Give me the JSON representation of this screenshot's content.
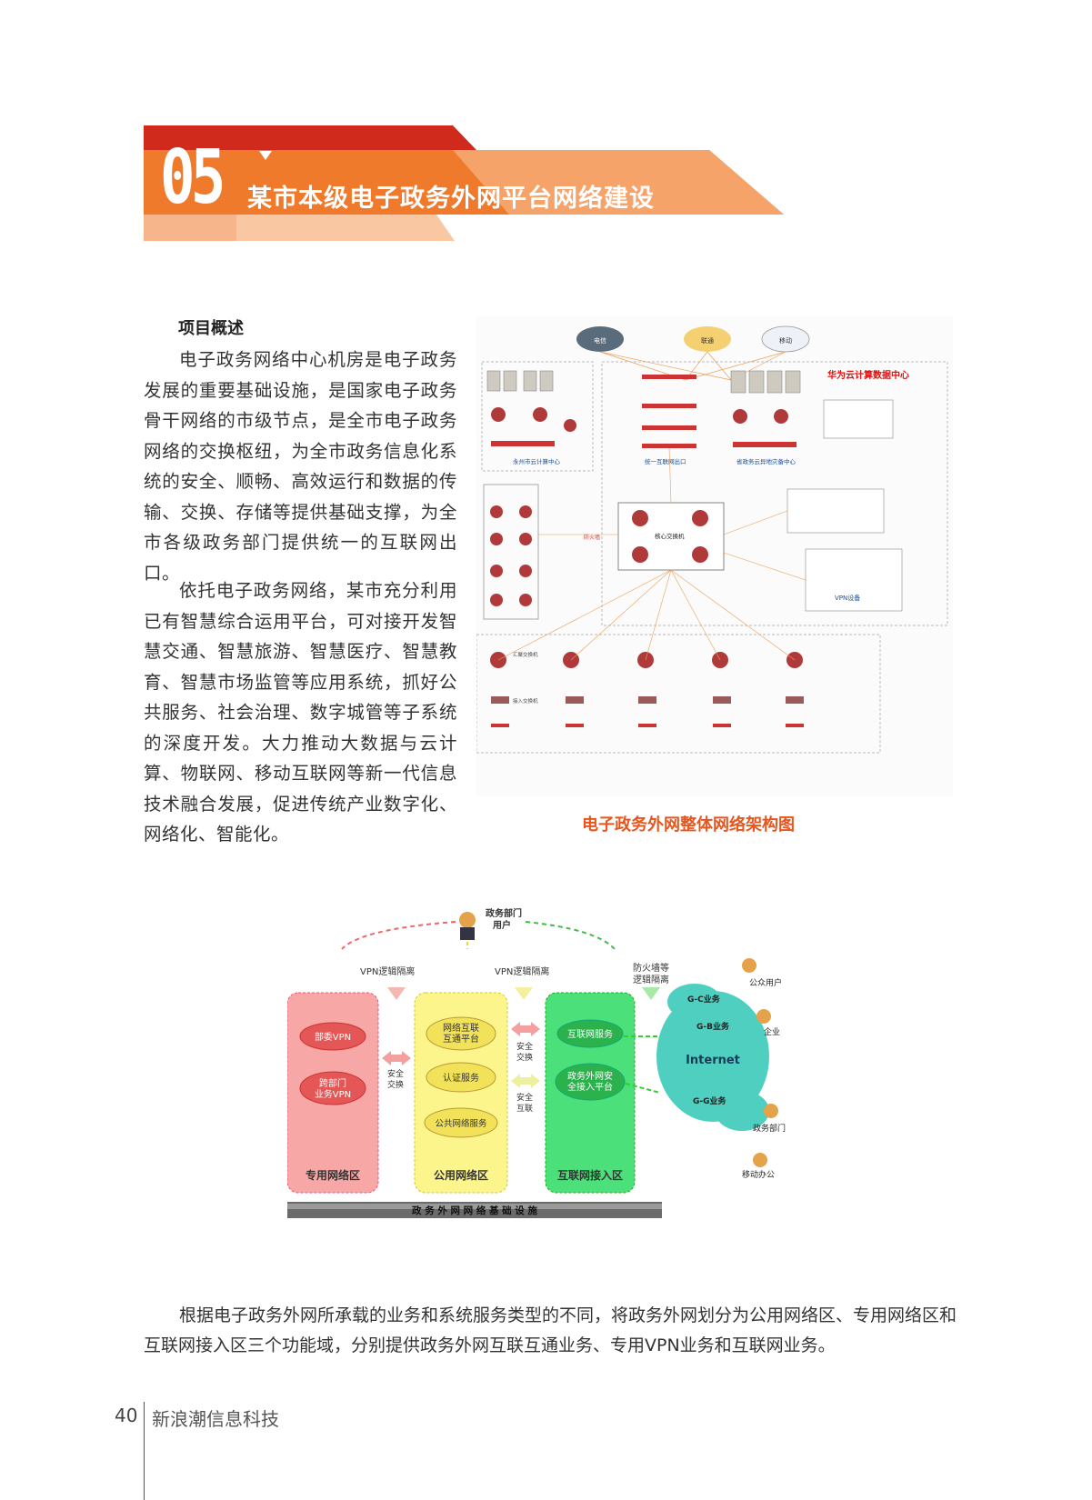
{
  "header": {
    "number": "05",
    "title": "某市本级电子政务外网平台网络建设",
    "colors": {
      "dark_red": "#cf2a1c",
      "orange": "#f07a2b",
      "light_orange": "#f9b88a"
    }
  },
  "overview": {
    "heading": "项目概述",
    "paragraph1": "电子政务网络中心机房是电子政务发展的重要基础设施，是国家电子政务骨干网络的市级节点，是全市电子政务网络的交换枢纽，为全市政务信息化系统的安全、顺畅、高效运行和数据的传输、交换、存储等提供基础支撑，为全市各级政务部门提供统一的互联网出口。",
    "paragraph2": "依托电子政务网络，某市充分利用已有智慧综合运用平台，可对接开发智慧交通、智慧旅游、智慧医疗、智慧教育、智慧市场监管等应用系统，抓好公共服务、社会治理、数字城管等子系统的深度开发。大力推动大数据与云计算、物联网、移动互联网等新一代信息技术融合发展，促进传统产业数字化、网络化、智能化。"
  },
  "figure1": {
    "caption": "电子政务外网整体网络架构图",
    "clouds": [
      "电信",
      "联通",
      "移动"
    ],
    "left_dc": "永州市云计算中心",
    "center_exit": "统一互联网出口",
    "right_dc_title": "华为云计算数据中心",
    "right_dc_label": "省政务云异地灾备中心",
    "core_label": "核心交换机",
    "firewall": "防火墙",
    "vpn_label": "VPN设备",
    "aggregation": "汇聚交换机",
    "access": "接入交换机"
  },
  "figure2": {
    "top_user": "政务部门\n用户",
    "vpn1": "VPN逻辑隔离",
    "vpn2": "VPN逻辑隔离",
    "firewall": "防火墙等\n逻辑隔离",
    "zone_private": "专用网络区",
    "zone_public": "公用网络区",
    "zone_internet": "互联网接入区",
    "private_items": [
      "部委VPN",
      "跨部门\n业务VPN"
    ],
    "public_items": [
      "网络互联\n互通平台",
      "认证服务",
      "公共网络服务"
    ],
    "internet_items": [
      "互联网服务",
      "政务外网安\n全接入平台"
    ],
    "exchange1": "安全\n交换",
    "exchange2": "安全\n交换",
    "interconnect": "安全\n互联",
    "internet": "Internet",
    "gc": "G-C业务",
    "gb": "G-B业务",
    "gg": "G-G业务",
    "public_user": "公众用户",
    "enterprise": "企业",
    "gov_dept": "政务部门",
    "mobile": "移动办公",
    "base": "政 务 外 网 网 络 基 础 设 施"
  },
  "body": {
    "paragraph": "根据电子政务外网所承载的业务和系统服务类型的不同，将政务外网划分为公用网络区、专用网络区和互联网接入区三个功能域，分别提供政务外网互联互通业务、专用VPN业务和互联网业务。"
  },
  "footer": {
    "page": "40",
    "publication": "新浪潮信息科技"
  }
}
